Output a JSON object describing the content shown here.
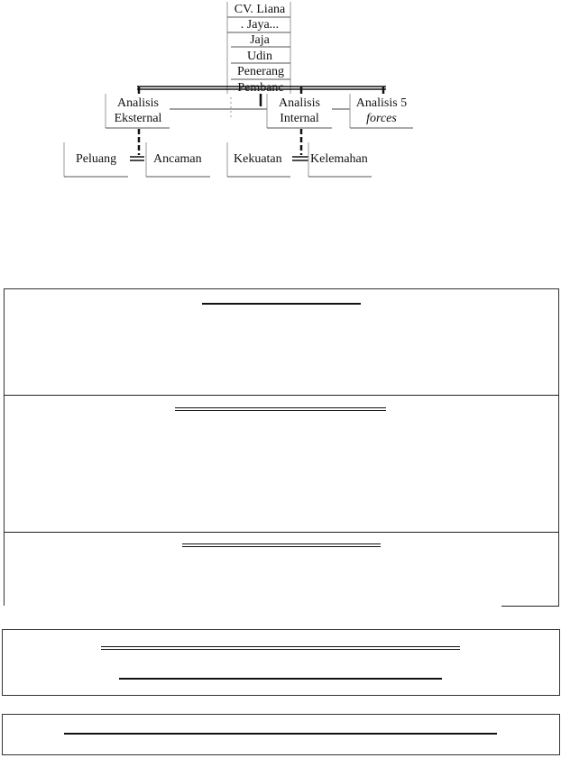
{
  "diagram": {
    "stack": [
      {
        "id": "cv",
        "text": "CV. Liana"
      },
      {
        "id": "jaya",
        "text": ". Jaya..."
      },
      {
        "id": "jaja",
        "text": "Jaja"
      },
      {
        "id": "udin",
        "text": "Udin"
      },
      {
        "id": "penerang",
        "text": "Penerang"
      },
      {
        "id": "pembanc",
        "text": "Pembanc"
      }
    ],
    "level2": [
      {
        "id": "eksternal",
        "line1": "Analisis",
        "line2": "Eksternal"
      },
      {
        "id": "internal",
        "line1": "Analisis",
        "line2": "Internal"
      },
      {
        "id": "five",
        "line1": "Analisis 5",
        "line2": "forces"
      }
    ],
    "leaves": [
      {
        "id": "peluang",
        "text": "Peluang"
      },
      {
        "id": "ancaman",
        "text": "Ancaman"
      },
      {
        "id": "kekuatan",
        "text": "Kekuatan"
      },
      {
        "id": "kelemahan",
        "text": "Kelemahan"
      }
    ]
  }
}
